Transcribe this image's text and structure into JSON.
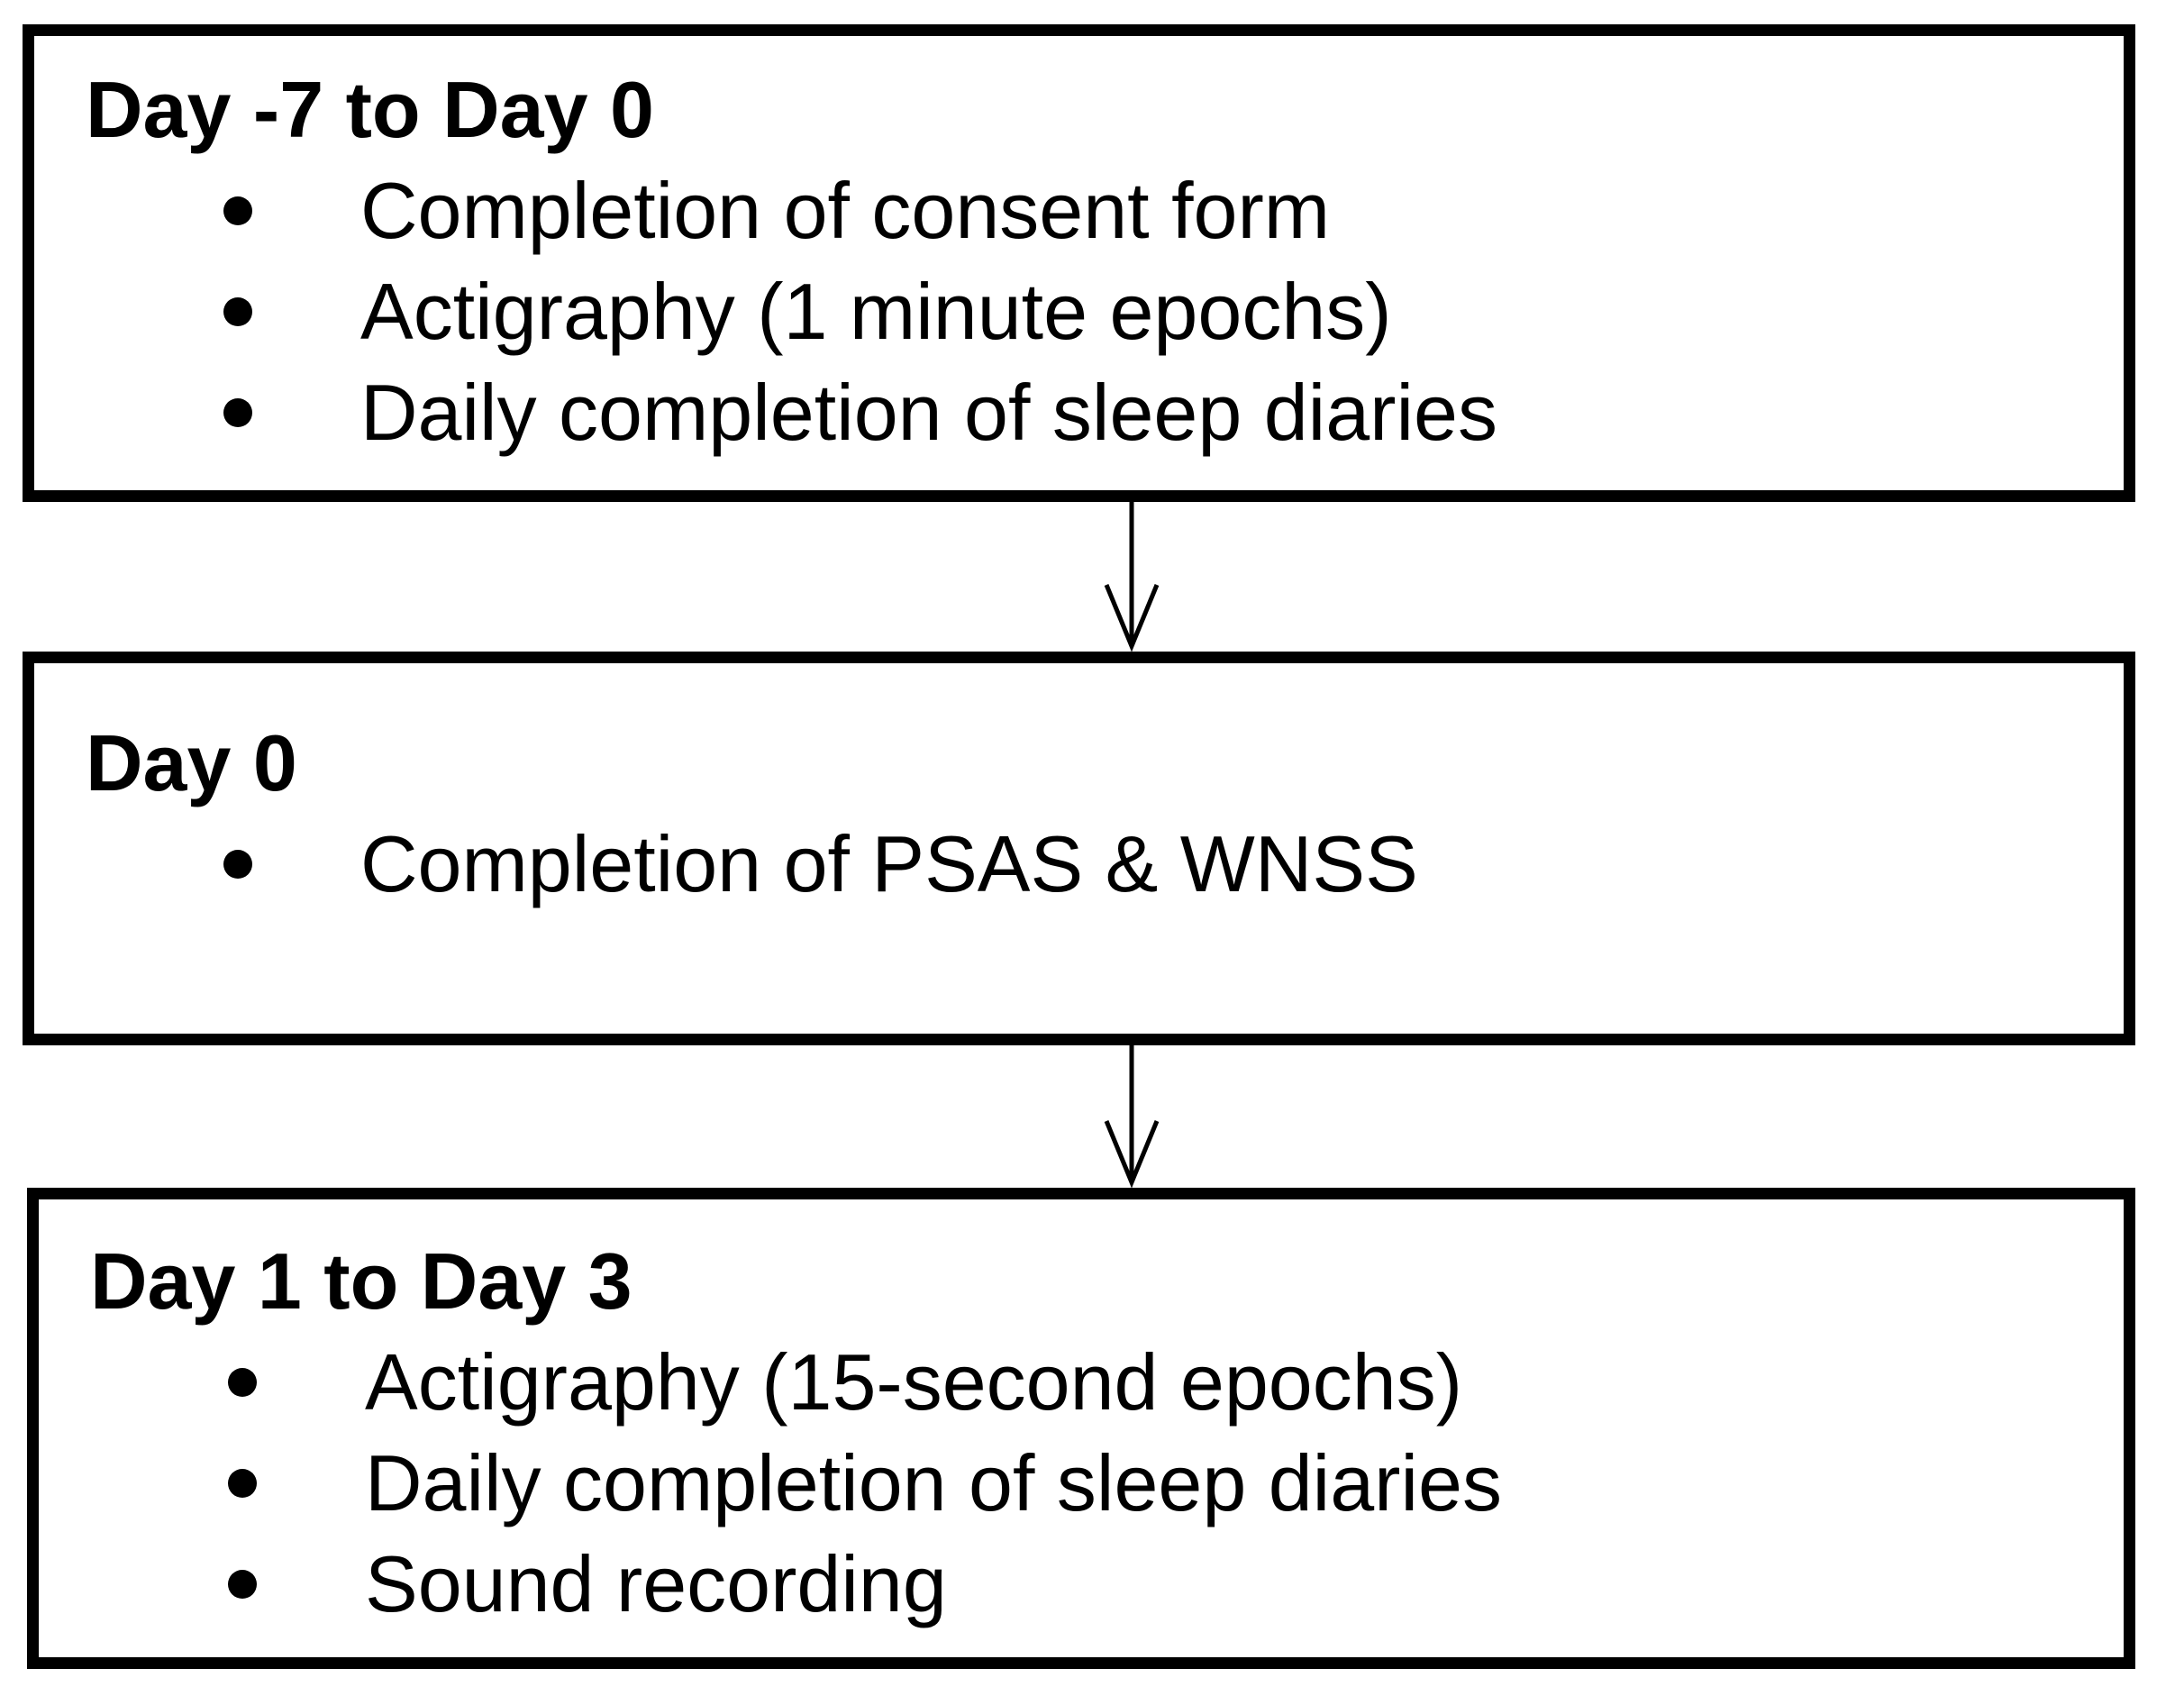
{
  "diagram": {
    "type": "flowchart",
    "direction": "top-to-bottom",
    "colors": {
      "background": "#ffffff",
      "box_fill": "#ffffff",
      "box_border": "#000000",
      "text": "#000000",
      "arrow": "#000000"
    },
    "bullet_marker": "filled-circle",
    "boxes": [
      {
        "title": "Day -7 to Day 0",
        "items": [
          "Completion of consent form",
          "Actigraphy (1 minute epochs)",
          "Daily completion of sleep diaries"
        ]
      },
      {
        "title": "Day 0",
        "items": [
          "Completion of PSAS & WNSS"
        ]
      },
      {
        "title": "Day 1 to Day 3",
        "items": [
          "Actigraphy (15-second epochs)",
          "Daily completion of sleep diaries",
          "Sound recording"
        ]
      }
    ],
    "connectors": [
      {
        "from": 0,
        "to": 1,
        "type": "arrow-down"
      },
      {
        "from": 1,
        "to": 2,
        "type": "arrow-down"
      }
    ]
  }
}
